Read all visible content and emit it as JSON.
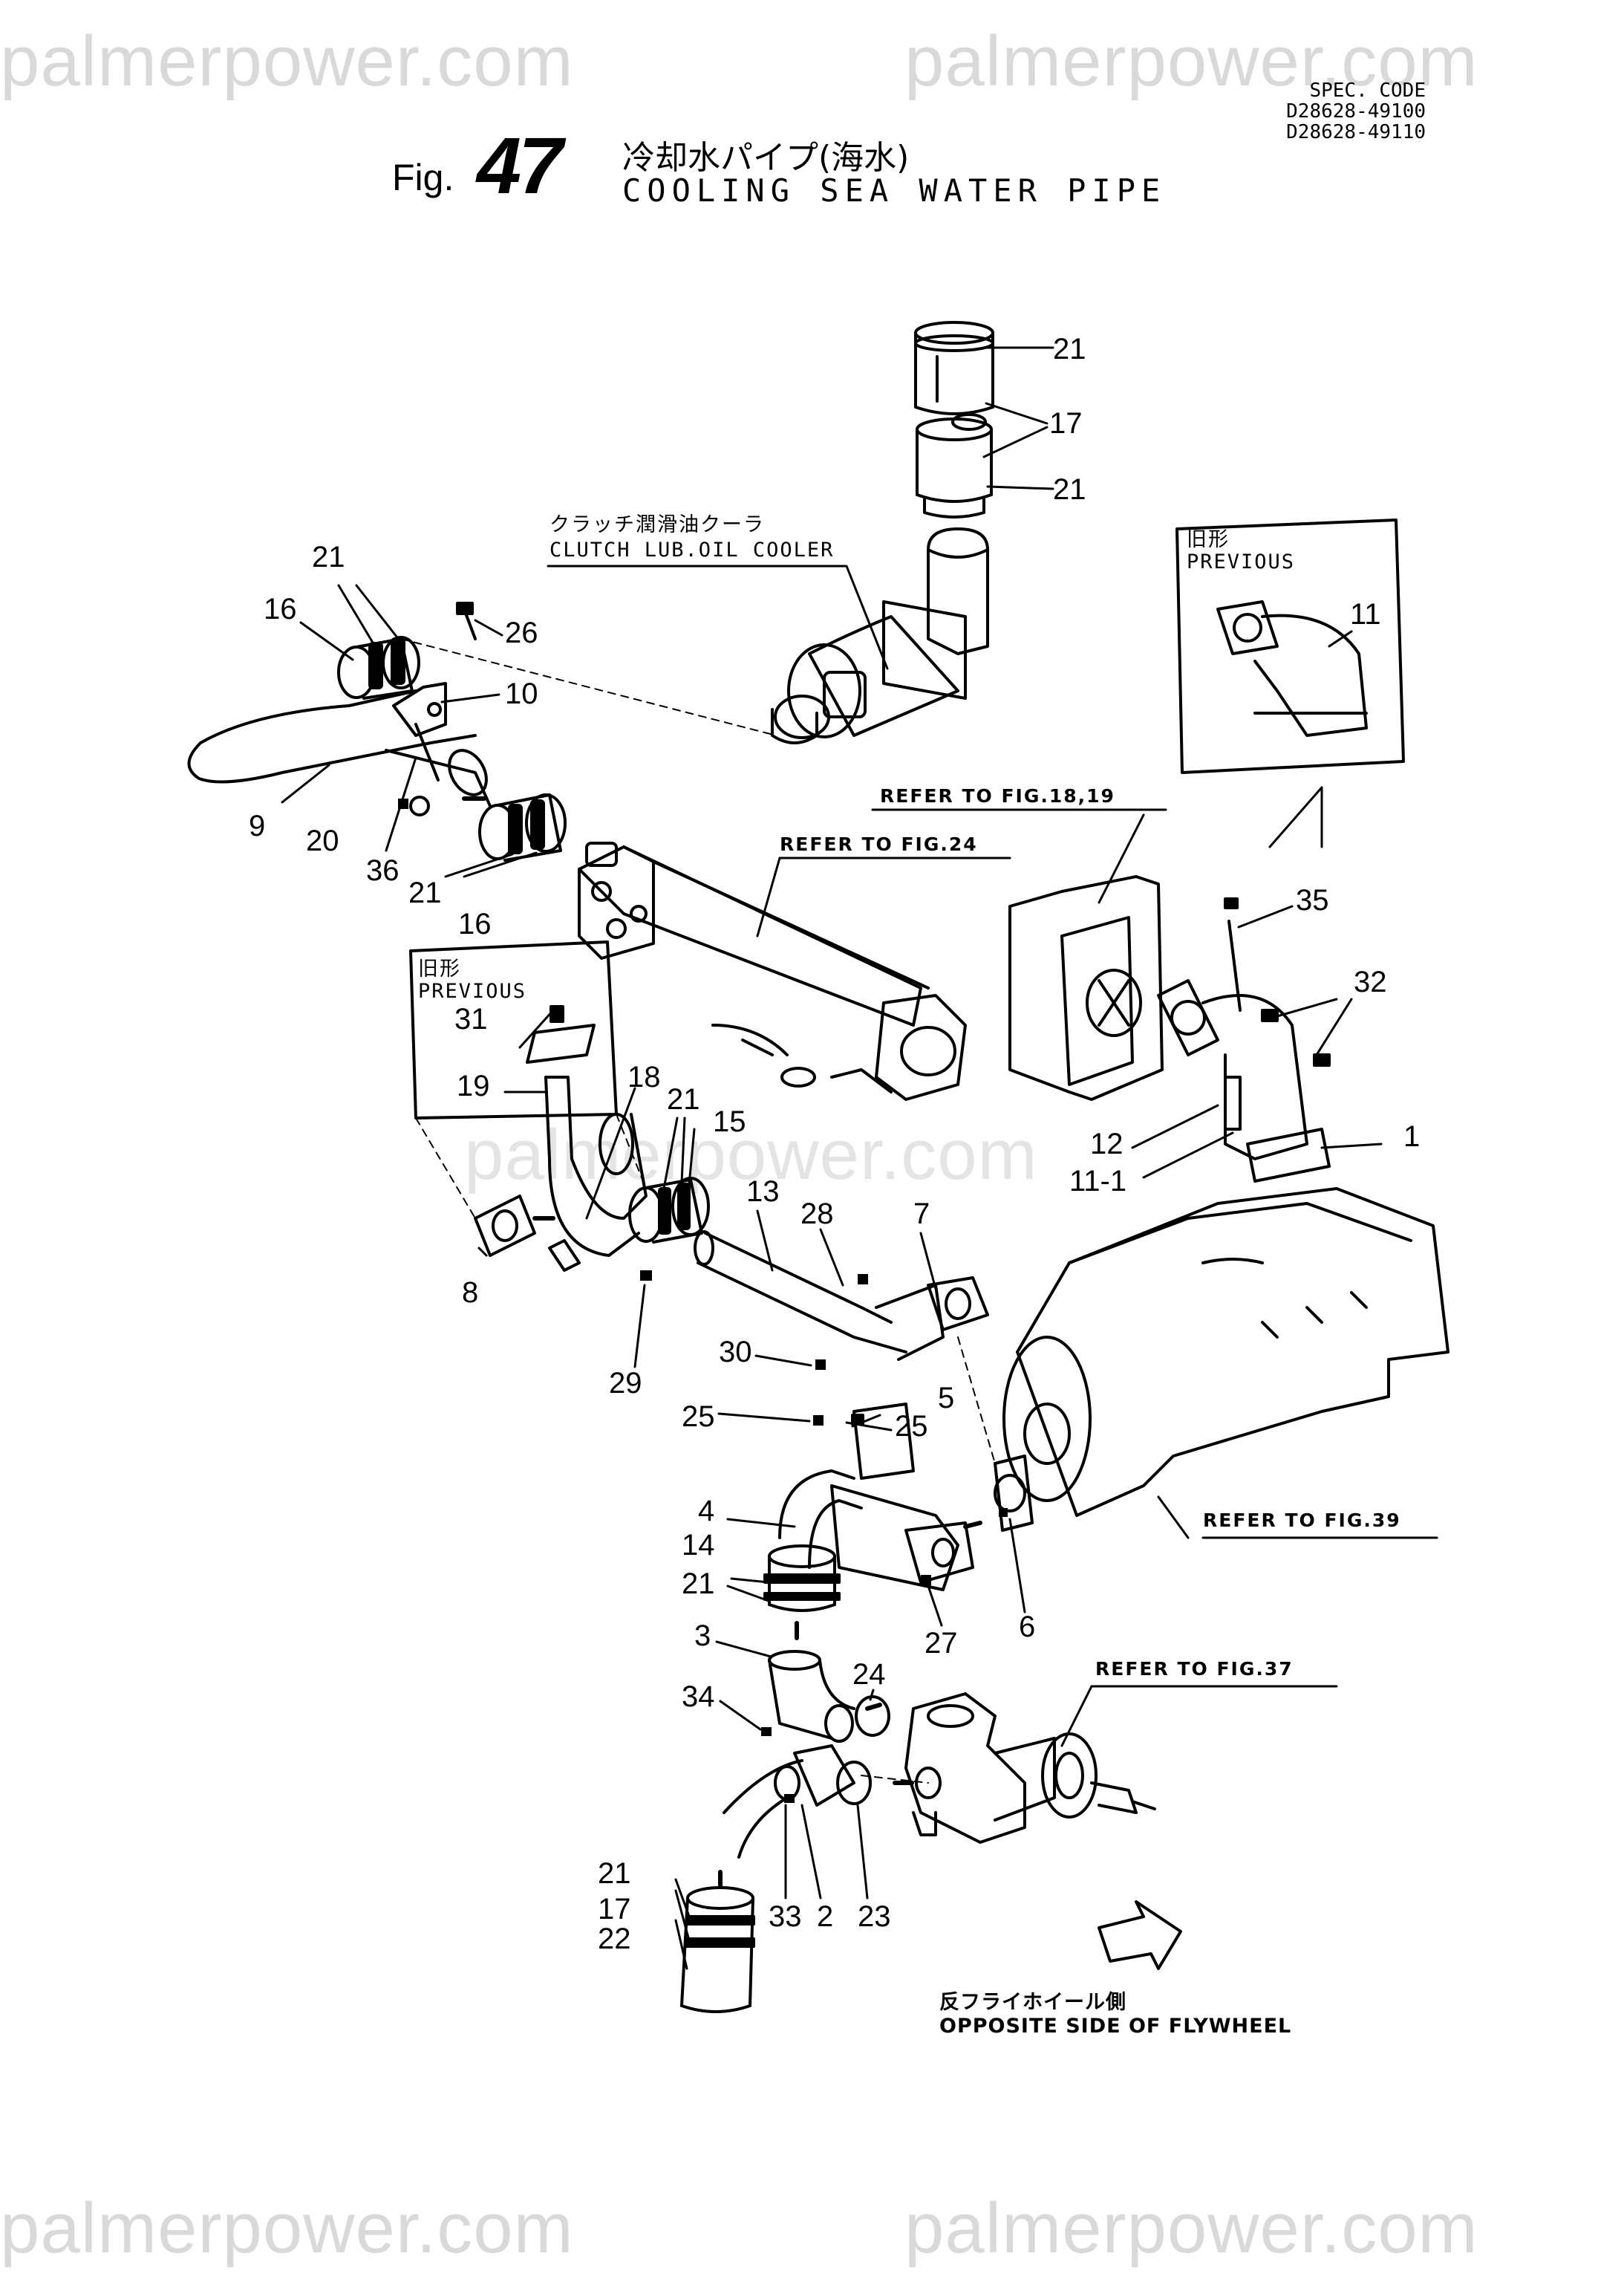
{
  "watermark": "palmerpower.com",
  "spec": {
    "label": "SPEC. CODE",
    "codes": [
      "D28628-49100",
      "D28628-49110"
    ]
  },
  "title": {
    "fig_prefix": "Fig.",
    "fig_number": "47",
    "japanese": "冷却水パイプ(海水)",
    "english": "COOLING SEA WATER PIPE"
  },
  "labels": {
    "clutch_jp": "クラッチ潤滑油クーラ",
    "clutch_en": "CLUTCH LUB.OIL COOLER",
    "previous_jp": "旧形",
    "previous_en": "PREVIOUS",
    "ref_18_19": "REFER TO FIG.18,19",
    "ref_24": "REFER TO FIG.24",
    "ref_39": "REFER TO FIG.39",
    "ref_37": "REFER TO FIG.37",
    "flywheel_jp": "反フライホイール側",
    "flywheel_en": "OPPOSITE SIDE OF FLYWHEEL"
  },
  "callouts": {
    "c21a": "21",
    "c17a": "17",
    "c21b": "21",
    "c21c": "21",
    "c16a": "16",
    "c26": "26",
    "c10": "10",
    "c9": "9",
    "c20": "20",
    "c36": "36",
    "c21d": "21",
    "c16b": "16",
    "c11": "11",
    "c35": "35",
    "c32": "32",
    "c31": "31",
    "c19": "19",
    "c18": "18",
    "c21e": "21",
    "c15": "15",
    "c12": "12",
    "c11_1": "11-1",
    "c1": "1",
    "c8": "8",
    "c13": "13",
    "c28": "28",
    "c7": "7",
    "c29": "29",
    "c30": "30",
    "c5": "5",
    "c25a": "25",
    "c25b": "25",
    "c4": "4",
    "c14": "14",
    "c21f": "21",
    "c6": "6",
    "c27": "27",
    "c3": "3",
    "c24": "24",
    "c34": "34",
    "c21g": "21",
    "c17b": "17",
    "c22": "22",
    "c33": "33",
    "c2": "2",
    "c23": "23"
  }
}
